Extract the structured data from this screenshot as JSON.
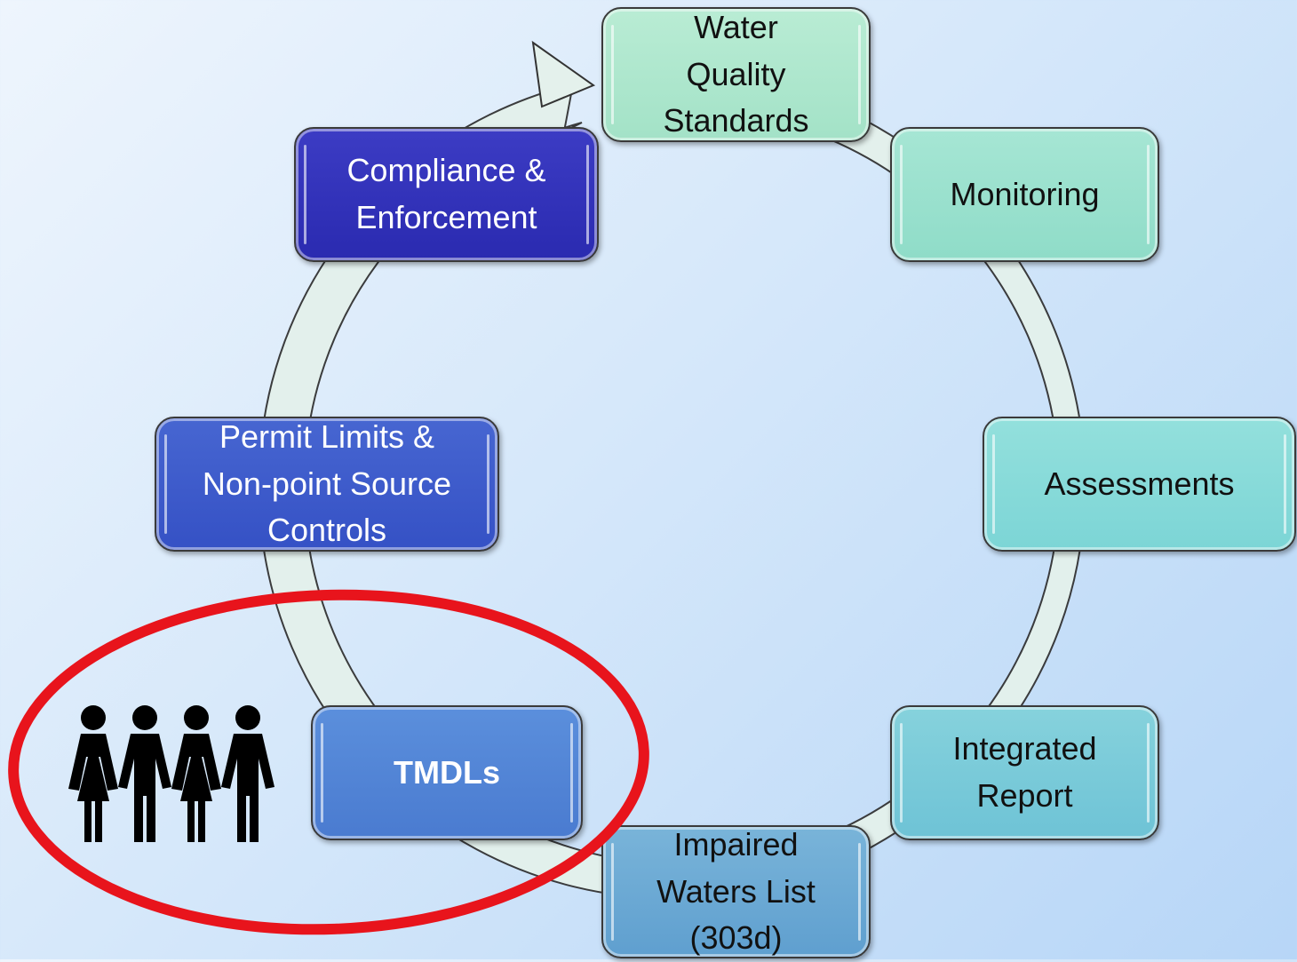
{
  "cycle": {
    "nodes": [
      {
        "id": "wqs",
        "text": "Water\nQuality\nStandards"
      },
      {
        "id": "monitoring",
        "text": "Monitoring"
      },
      {
        "id": "assessments",
        "text": "Assessments"
      },
      {
        "id": "integrated_report",
        "text": "Integrated\nReport"
      },
      {
        "id": "impaired_waters",
        "text": "Impaired\nWaters List\n(303d)"
      },
      {
        "id": "tmdls",
        "text": "TMDLs"
      },
      {
        "id": "permit_limits",
        "text": "Permit Limits &\nNon-point Source\nControls"
      },
      {
        "id": "compliance",
        "text": "Compliance &\nEnforcement"
      }
    ]
  },
  "colors": {
    "ring_fill": "#e4f1ec",
    "ring_stroke": "#333333",
    "highlight": "#e8141c",
    "people": "#000000"
  },
  "icons": {
    "people": "four-people-icon"
  }
}
